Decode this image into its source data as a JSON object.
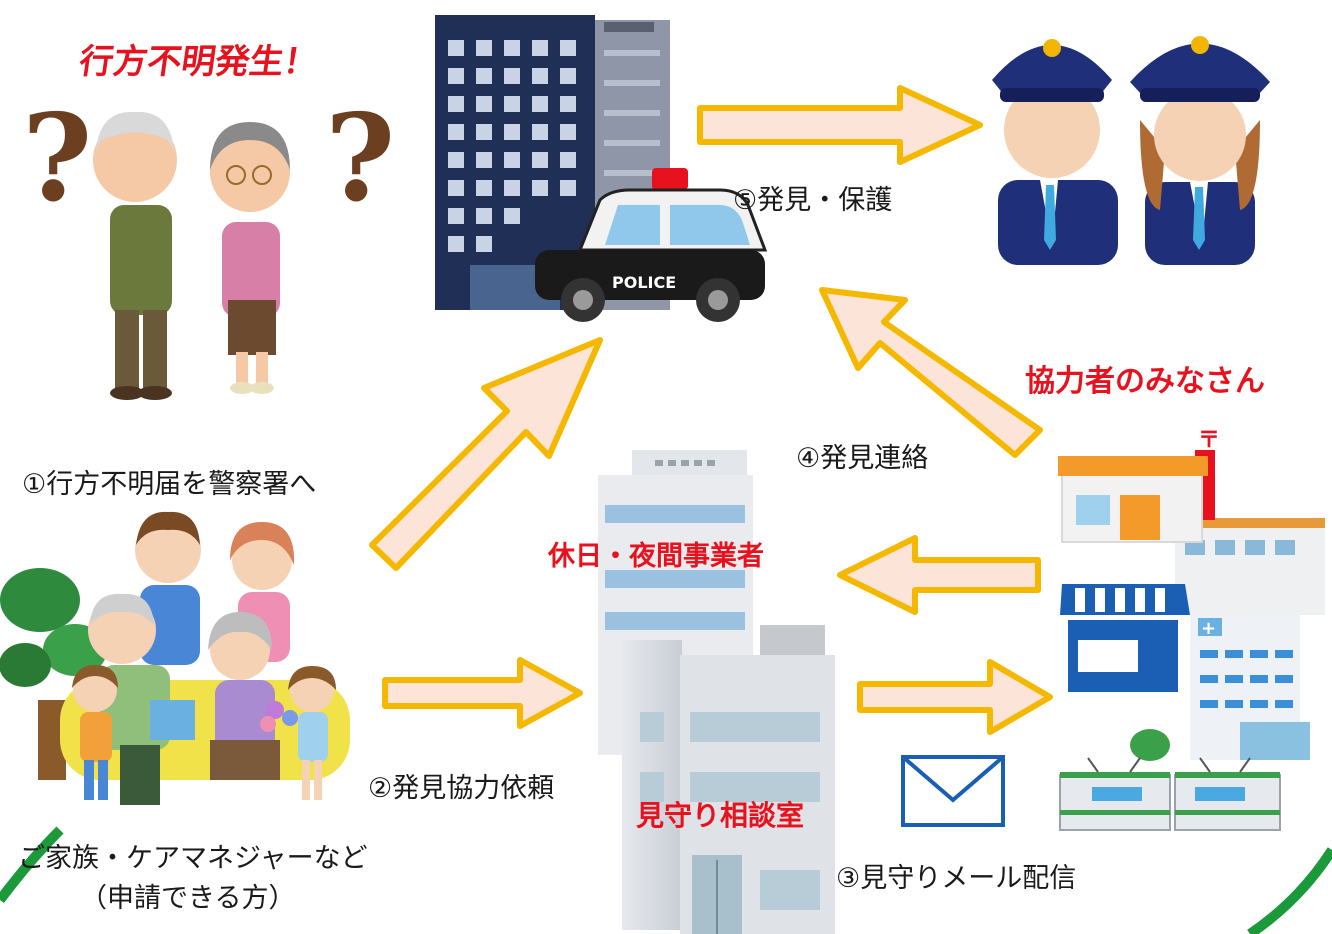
{
  "title": "行方不明発生！",
  "labels": {
    "step1": "①行方不明届を警察署へ",
    "step2": "②発見協力依頼",
    "step3": "③見守りメール配信",
    "step4": "④発見連絡",
    "step5": "⑤発見・保護",
    "cooperators": "協力者のみなさん",
    "night_business": "休日・夜間事業者",
    "watch_room": "見守り相談室",
    "family_line1": "ご家族・ケアマネジャーなど",
    "family_line2": "（申請できる方）",
    "police_car_text": "POLICE"
  },
  "colors": {
    "arrow_fill": "#fde4d8",
    "arrow_stroke": "#f5b800",
    "accent_red": "#e8121e",
    "arc_green": "#1a9a3a",
    "police_navy": "#1f2f7a"
  },
  "icons": [
    "elderly-couple-confused-icon",
    "police-station-building-icon",
    "police-car-icon",
    "police-officers-icon",
    "family-icon",
    "office-building-icon",
    "watch-room-building-icon",
    "envelope-icon",
    "convenience-store-icon",
    "post-office-icon",
    "shop-icon",
    "hospital-icon",
    "train-icon"
  ]
}
